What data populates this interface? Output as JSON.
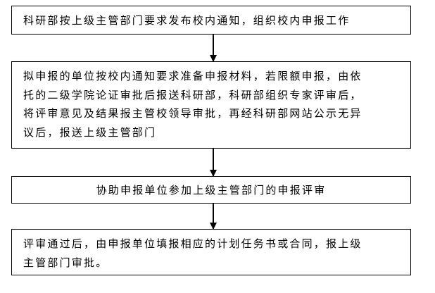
{
  "steps": [
    {
      "lines": [
        "科研部按上级主管部门要求发布校内通知，组织校内申报工作"
      ]
    },
    {
      "lines": [
        "拟申报的单位按校内通知要求准备申报材料，若限额申报，由依",
        "托的二级学院论证审批后报送科研部，科研部组织专家评审后，",
        "将评审意见及结果报主管校领导审批，再经科研部网站公示无异",
        "议后，报送上级主管部门"
      ]
    },
    {
      "lines": [
        "协助申报单位参加上级主管部门的申报评审"
      ]
    },
    {
      "lines": [
        "评审通过后，由申报单位填报相应的计划任务书或合同，报上级",
        "主管部门审批。"
      ]
    }
  ]
}
